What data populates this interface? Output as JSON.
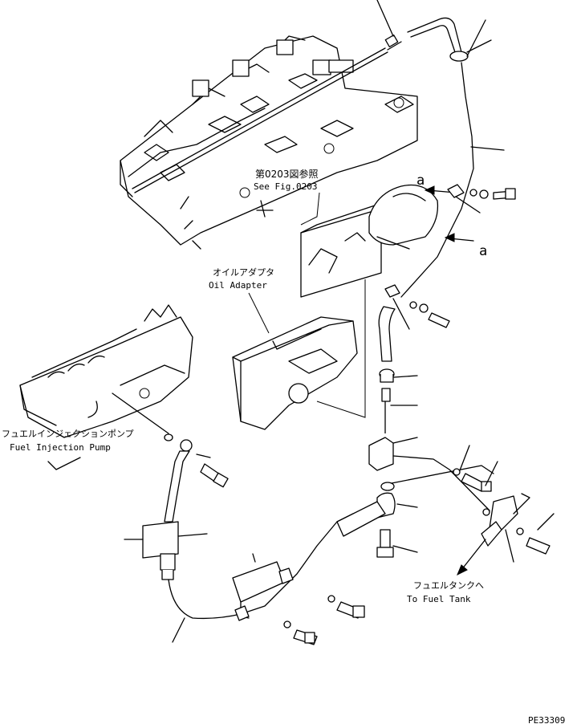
{
  "diagram": {
    "labels": {
      "see_fig_jp": "第0203図参照",
      "see_fig_en": "See Fig.0203",
      "oil_adapter_jp": "オイルアダプタ",
      "oil_adapter_en": "Oil Adapter",
      "fuel_pump_jp": "フュエルインジェクションポンプ",
      "fuel_pump_en": "Fuel Injection Pump",
      "fuel_tank_jp": "フュエルタンクへ",
      "fuel_tank_en": "To Fuel Tank",
      "callout_a_1": "a",
      "callout_a_2": "a",
      "drawing_code": "PE33309"
    }
  }
}
